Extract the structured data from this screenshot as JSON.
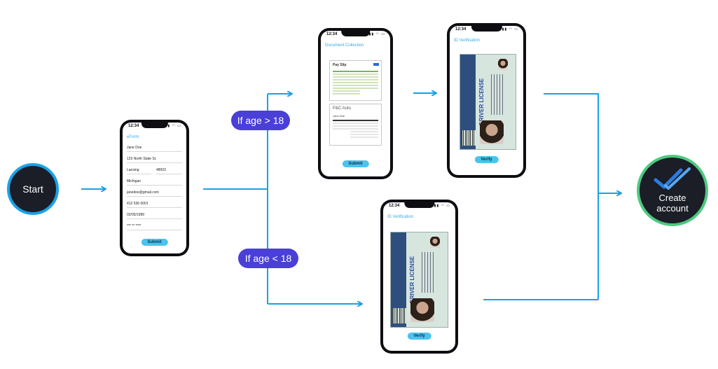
{
  "nodes": {
    "start": "Start",
    "create_line1": "Create",
    "create_line2": "account"
  },
  "conditions": {
    "over": "If age > 18",
    "under": "If age < 18"
  },
  "form_phone": {
    "time": "12:34",
    "title": "eForm",
    "fields": [
      "Jane Doe",
      "123 North State St.",
      "Lansing",
      "48003",
      "Michigan",
      "janedoe@gmail.com",
      "412 536 0001",
      "02/05/1989",
      "*** ** ****"
    ],
    "button": "Submit"
  },
  "document_phone": {
    "time": "12:34",
    "title": "Document Collection",
    "payslip_title": "Pay Slip",
    "invoice_title": "P&C Auto",
    "invoice_to": "John Doe",
    "button": "Submit"
  },
  "id_phone_top": {
    "time": "12:34",
    "title": "ID Verification",
    "license_label": "DRIVER LICENSE",
    "button": "Verify"
  },
  "id_phone_bottom": {
    "time": "12:34",
    "title": "ID Verification",
    "license_label": "DRIVER LICENSE",
    "button": "Verify"
  },
  "colors": {
    "arrow": "#1aa1e6",
    "node_fill": "#1b1d27",
    "start_ring": "#1aa1e6",
    "create_ring": "#4ec97f",
    "condition_pill": "#4a3fd6",
    "button": "#4cc3ef"
  }
}
